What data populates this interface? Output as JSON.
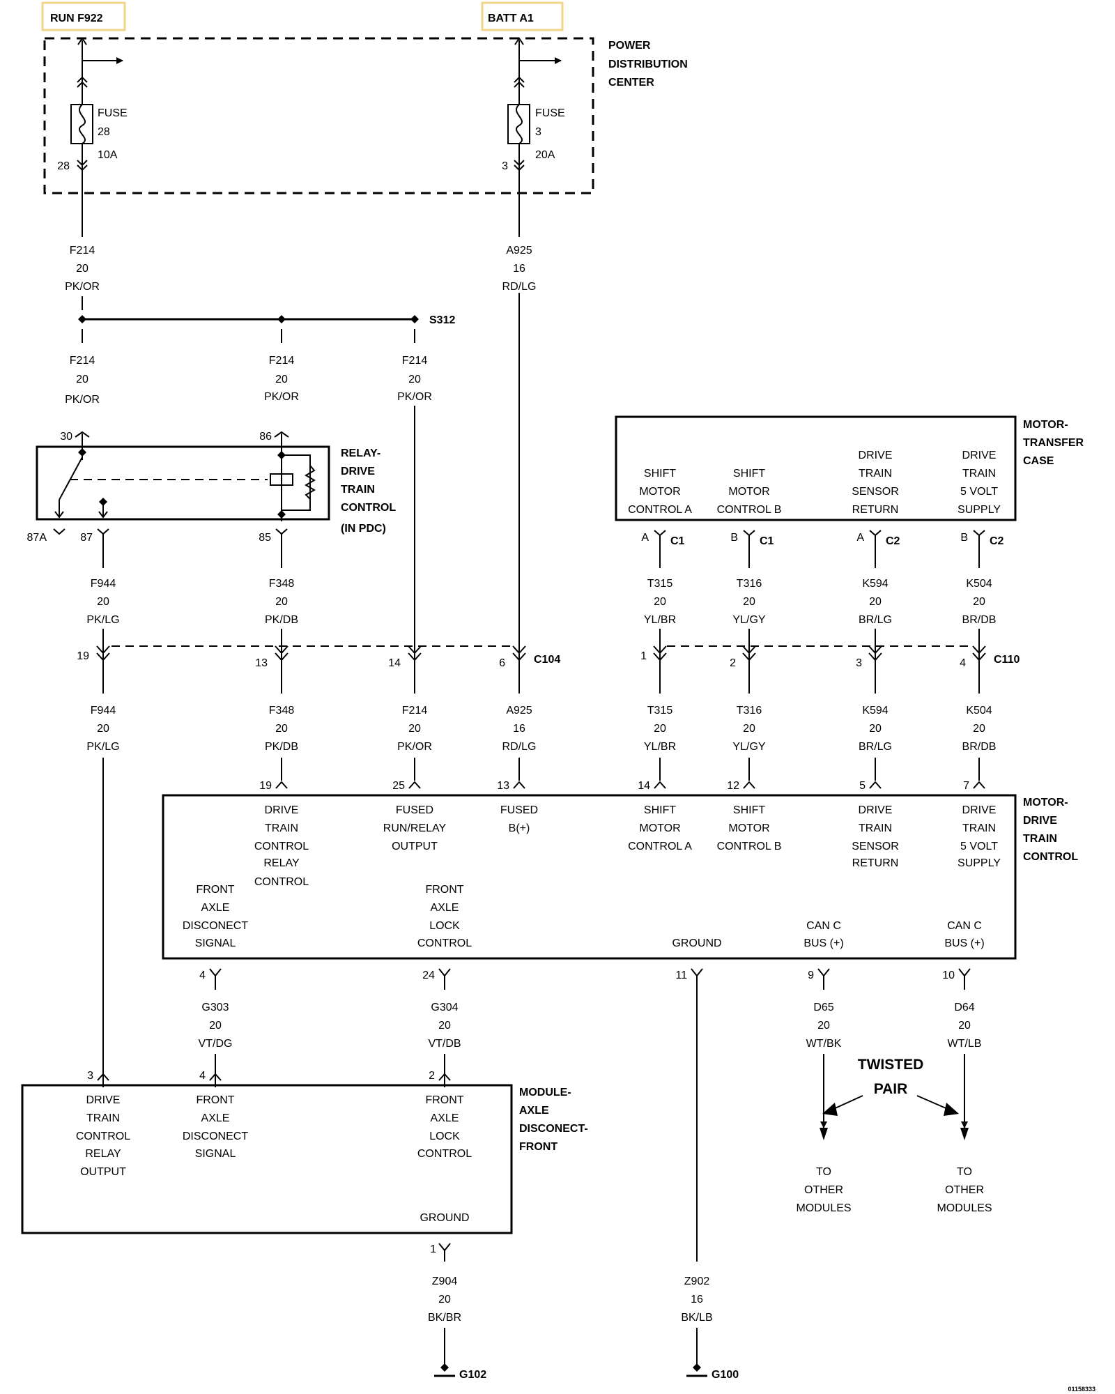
{
  "sources": {
    "run": "RUN F922",
    "batt": "BATT A1",
    "tag_color": "#f0d68a"
  },
  "pdc": {
    "label": [
      "POWER",
      "DISTRIBUTION",
      "CENTER"
    ],
    "fuse28": {
      "word": "FUSE",
      "num": "28",
      "amps": "10A",
      "pin": "28"
    },
    "fuse3": {
      "word": "FUSE",
      "num": "3",
      "amps": "20A",
      "pin": "3"
    }
  },
  "wires": {
    "f214": [
      "F214",
      "20",
      "PK/OR"
    ],
    "a925": [
      "A925",
      "16",
      "RD/LG"
    ],
    "f944": [
      "F944",
      "20",
      "PK/LG"
    ],
    "f348": [
      "F348",
      "20",
      "PK/DB"
    ],
    "t315": [
      "T315",
      "20",
      "YL/BR"
    ],
    "t316": [
      "T316",
      "20",
      "YL/GY"
    ],
    "k594": [
      "K594",
      "20",
      "BR/LG"
    ],
    "k504": [
      "K504",
      "20",
      "BR/DB"
    ],
    "g303": [
      "G303",
      "20",
      "VT/DG"
    ],
    "g304": [
      "G304",
      "20",
      "VT/DB"
    ],
    "d65": [
      "D65",
      "20",
      "WT/BK"
    ],
    "d64": [
      "D64",
      "20",
      "WT/LB"
    ],
    "z904": [
      "Z904",
      "20",
      "BK/BR"
    ],
    "z902": [
      "Z902",
      "16",
      "BK/LB"
    ]
  },
  "splice": "S312",
  "relay": {
    "label": [
      "RELAY-",
      "DRIVE",
      "TRAIN",
      "CONTROL",
      "(IN PDC)"
    ],
    "pins": {
      "p30": "30",
      "p86": "86",
      "p87a": "87A",
      "p87": "87",
      "p85": "85"
    }
  },
  "motor_tc": {
    "label": [
      "MOTOR-",
      "TRANSFER",
      "CASE"
    ],
    "funcs": [
      [
        "SHIFT",
        "MOTOR",
        "CONTROL A"
      ],
      [
        "SHIFT",
        "MOTOR",
        "CONTROL B"
      ],
      [
        "DRIVE",
        "TRAIN",
        "SENSOR",
        "RETURN"
      ],
      [
        "DRIVE",
        "TRAIN",
        "5 VOLT",
        "SUPPLY"
      ]
    ],
    "pins": [
      {
        "pin": "A",
        "conn": "C1"
      },
      {
        "pin": "B",
        "conn": "C1"
      },
      {
        "pin": "A",
        "conn": "C2"
      },
      {
        "pin": "B",
        "conn": "C2"
      }
    ]
  },
  "c104": {
    "name": "C104",
    "pins": [
      "19",
      "13",
      "14",
      "6"
    ]
  },
  "c110": {
    "name": "C110",
    "pins": [
      "1",
      "2",
      "3",
      "4"
    ]
  },
  "dtc": {
    "label": [
      "MOTOR-",
      "DRIVE",
      "TRAIN",
      "CONTROL"
    ],
    "top_pins": [
      "19",
      "25",
      "13",
      "14",
      "12",
      "5",
      "7"
    ],
    "funcs_top": [
      [
        "DRIVE",
        "TRAIN",
        "CONTROL",
        "RELAY",
        "CONTROL"
      ],
      [
        "FUSED",
        "RUN/RELAY",
        "OUTPUT"
      ],
      [
        "FUSED",
        "B(+)"
      ],
      [
        "SHIFT",
        "MOTOR",
        "CONTROL A"
      ],
      [
        "SHIFT",
        "MOTOR",
        "CONTROL B"
      ],
      [
        "DRIVE",
        "TRAIN",
        "SENSOR",
        "RETURN"
      ],
      [
        "DRIVE",
        "TRAIN",
        "5 VOLT",
        "SUPPLY"
      ]
    ],
    "funcs_bottom": [
      [
        "FRONT",
        "AXLE",
        "DISCONECT",
        "SIGNAL"
      ],
      [
        "FRONT",
        "AXLE",
        "LOCK",
        "CONTROL"
      ],
      [
        "GROUND"
      ],
      [
        "CAN C",
        "BUS (+)"
      ],
      [
        "CAN C",
        "BUS (+)"
      ]
    ],
    "bottom_pins": [
      "4",
      "24",
      "11",
      "9",
      "10"
    ]
  },
  "module": {
    "label": [
      "MODULE-",
      "AXLE",
      "DISCONECT-",
      "FRONT"
    ],
    "top_pins": [
      "3",
      "4",
      "2"
    ],
    "funcs": [
      [
        "DRIVE",
        "TRAIN",
        "CONTROL",
        "RELAY",
        "OUTPUT"
      ],
      [
        "FRONT",
        "AXLE",
        "DISCONECT",
        "SIGNAL"
      ],
      [
        "FRONT",
        "AXLE",
        "LOCK",
        "CONTROL"
      ],
      [
        "GROUND"
      ]
    ],
    "ground_pin": "1"
  },
  "twisted_pair": [
    "TWISTED",
    "PAIR"
  ],
  "to_other": [
    "TO",
    "OTHER",
    "MODULES"
  ],
  "grounds": {
    "g102": "G102",
    "g100": "G100"
  },
  "figure_id": "01158333"
}
